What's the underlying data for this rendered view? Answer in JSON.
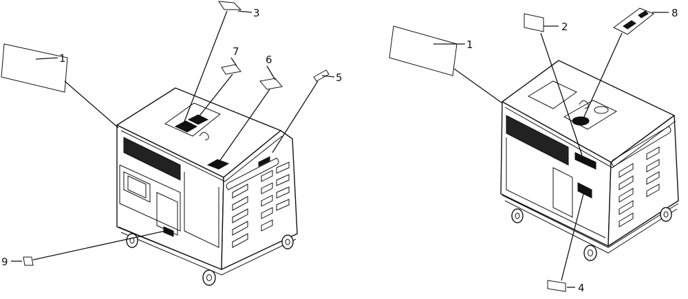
{
  "callouts_left": [
    {
      "id": "c1-left",
      "number": "1"
    },
    {
      "id": "c3",
      "number": "3"
    },
    {
      "id": "c7",
      "number": "7"
    },
    {
      "id": "c6",
      "number": "6"
    },
    {
      "id": "c5",
      "number": "5"
    },
    {
      "id": "c9",
      "number": "9"
    }
  ],
  "callouts_right": [
    {
      "id": "c1-right",
      "number": "1"
    },
    {
      "id": "c2",
      "number": "2"
    },
    {
      "id": "c8",
      "number": "8"
    },
    {
      "id": "c4",
      "number": "4"
    }
  ]
}
